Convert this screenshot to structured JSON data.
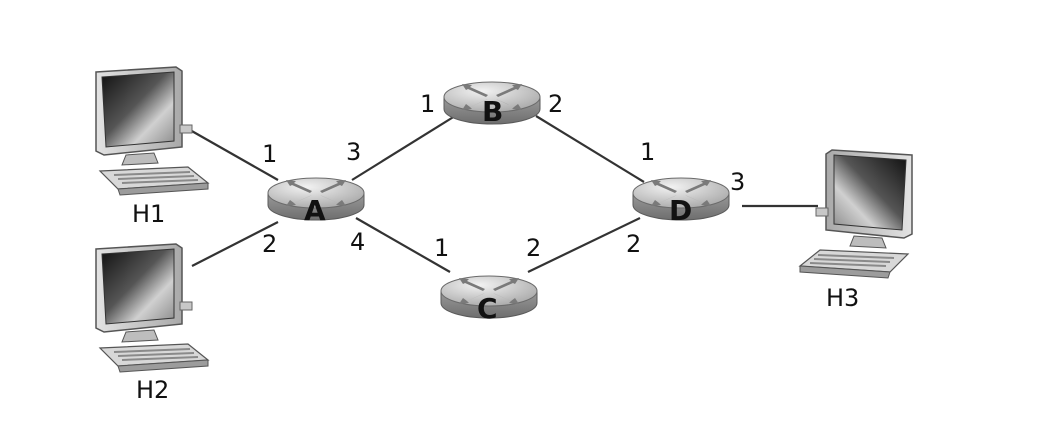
{
  "colors": {
    "link": "#333333",
    "router_top_light": "#e6e6e6",
    "router_top_dark": "#a5a5a5",
    "router_side": "#8c8c8c",
    "port": "#c8c8c8",
    "screen_dark": "#2b2b2b",
    "case": "#cfcfcf"
  },
  "routers": [
    {
      "id": "A",
      "label": "A"
    },
    {
      "id": "B",
      "label": "B"
    },
    {
      "id": "C",
      "label": "C"
    },
    {
      "id": "D",
      "label": "D"
    }
  ],
  "hosts": [
    {
      "id": "H1",
      "label": "H1"
    },
    {
      "id": "H2",
      "label": "H2"
    },
    {
      "id": "H3",
      "label": "H3"
    }
  ],
  "links": [
    {
      "from": "H1",
      "to": "A"
    },
    {
      "from": "H2",
      "to": "A"
    },
    {
      "from": "A",
      "to": "B"
    },
    {
      "from": "A",
      "to": "C"
    },
    {
      "from": "B",
      "to": "D"
    },
    {
      "from": "C",
      "to": "D"
    },
    {
      "from": "D",
      "to": "H3"
    }
  ],
  "ports": {
    "a_h1": "1",
    "a_h2": "2",
    "a_b": "3",
    "a_c": "4",
    "b_a": "1",
    "b_d": "2",
    "c_a": "1",
    "c_d": "2",
    "d_b": "1",
    "d_c": "2",
    "d_h3": "3"
  }
}
